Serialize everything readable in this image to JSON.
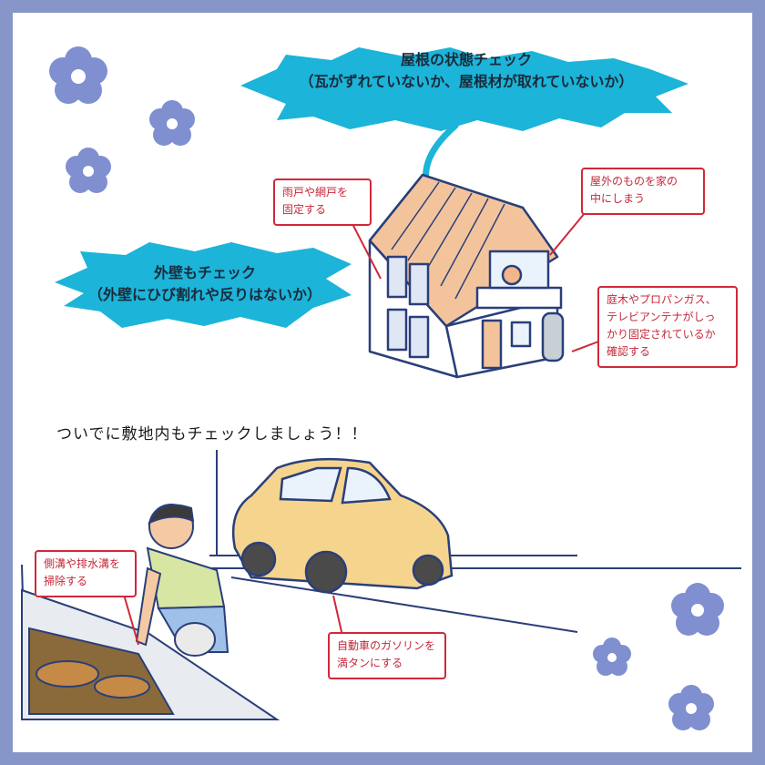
{
  "roof_burst": {
    "line1": "屋根の状態チェック",
    "line2": "（瓦がずれていないか、屋根材が取れていないか）"
  },
  "wall_burst": {
    "line1": "外壁もチェック",
    "line2": "（外壁にひび割れや反りはないか）"
  },
  "callouts": {
    "shutters": {
      "line1": "雨戸や網戸を",
      "line2": "固定する"
    },
    "outdoor_items": {
      "line1": "屋外のものを家の",
      "line2": "中にしまう"
    },
    "garden": {
      "line1": "庭木やプロパンガス、",
      "line2": "テレビアンテナがしっ",
      "line3": "かり固定されているか",
      "line4": "確認する"
    },
    "gutter": {
      "line1": "側溝や排水溝を",
      "line2": "掃除する"
    },
    "car": {
      "line1": "自動車のガソリンを",
      "line2": "満タンにする"
    }
  },
  "heading": "ついでに敷地内もチェックしましょう！！",
  "colors": {
    "frame": "#8796c8",
    "burst": "#1cb4d8",
    "callout_border": "#d0283a",
    "flower": "#7f8fd0"
  }
}
